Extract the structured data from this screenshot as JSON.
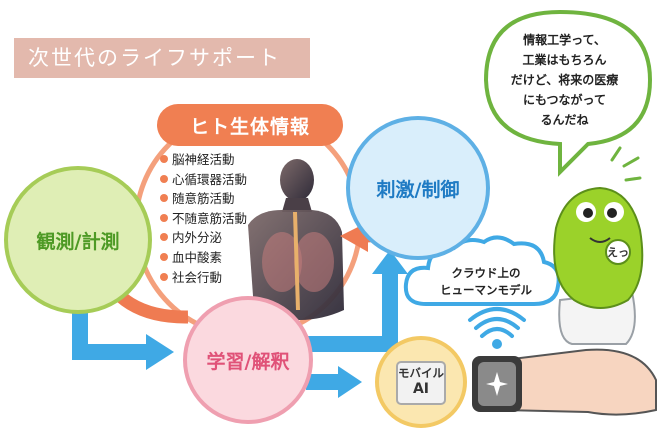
{
  "title": "次世代のライフサポート",
  "bio_info": {
    "label": "ヒト生体情報",
    "items": [
      "脳神経活動",
      "心循環器活動",
      "随意筋活動",
      "不随意筋活動",
      "内外分泌",
      "血中酸素",
      "社会行動"
    ]
  },
  "observe": "観測/計測",
  "stimulate": "刺激/制御",
  "learn": "学習/解釈",
  "cloud": {
    "line1": "クラウド上の",
    "line2": "ヒューマンモデル"
  },
  "mobile_ai": {
    "line1": "モバイル",
    "line2": "AI"
  },
  "speech": {
    "line1": "情報工学って、",
    "line2": "工業はもちろん",
    "line3": "だけど、将来の医療",
    "line4": "にもつながって",
    "line5": "るんだね"
  },
  "mascot_tag": "えっ",
  "colors": {
    "orange": "#f07f52",
    "blue": "#3fa9e5",
    "green": "#a6cc57",
    "pink": "#ef9fb0",
    "title_bg": "#e3b9ad"
  }
}
